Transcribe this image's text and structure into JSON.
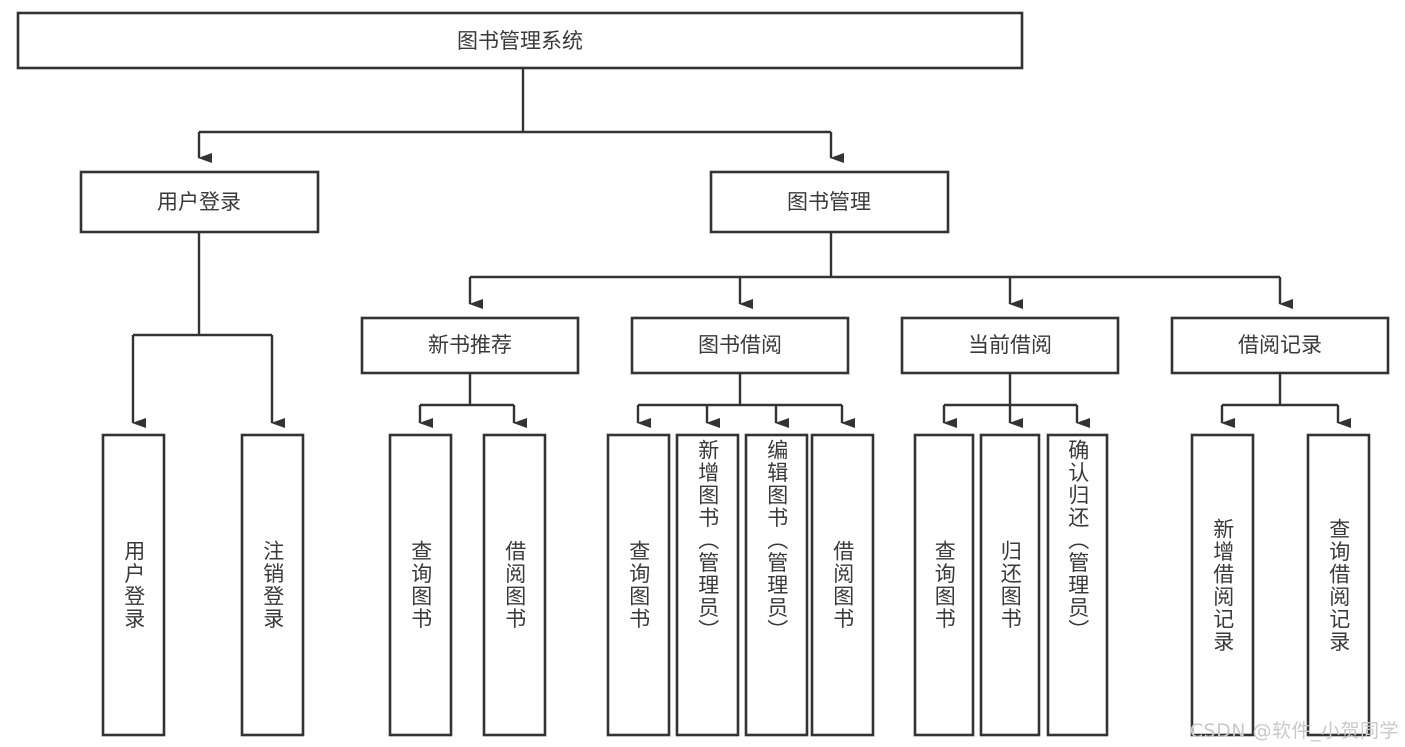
{
  "diagram": {
    "title": "图书管理系统",
    "type": "tree-hierarchy",
    "watermark": "CSDN @软件_小贺同学",
    "colors": {
      "stroke": "#333333",
      "box_fill": "#ffffff",
      "text": "#3a3a3a",
      "background": "#ffffff",
      "watermark": "#c9c9c9"
    },
    "root": {
      "label": "图书管理系统"
    },
    "level2": [
      {
        "label": "用户登录"
      },
      {
        "label": "图书管理"
      }
    ],
    "level3": [
      {
        "label": "新书推荐"
      },
      {
        "label": "图书借阅"
      },
      {
        "label": "当前借阅"
      },
      {
        "label": "借阅记录"
      }
    ],
    "leaves": {
      "user_login": [
        {
          "label": "用户登录"
        },
        {
          "label": "注销登录"
        }
      ],
      "new_book": [
        {
          "label": "查询图书"
        },
        {
          "label": "借阅图书"
        }
      ],
      "book_borrow": [
        {
          "label": "查询图书"
        },
        {
          "label": "新增图书（管理员）"
        },
        {
          "label": "编辑图书（管理员）"
        },
        {
          "label": "借阅图书"
        }
      ],
      "current_borrow": [
        {
          "label": "查询图书"
        },
        {
          "label": "归还图书"
        },
        {
          "label": "确认归还（管理员）"
        }
      ],
      "borrow_record": [
        {
          "label": "新增借阅记录"
        },
        {
          "label": "查询借阅记录"
        }
      ]
    }
  }
}
